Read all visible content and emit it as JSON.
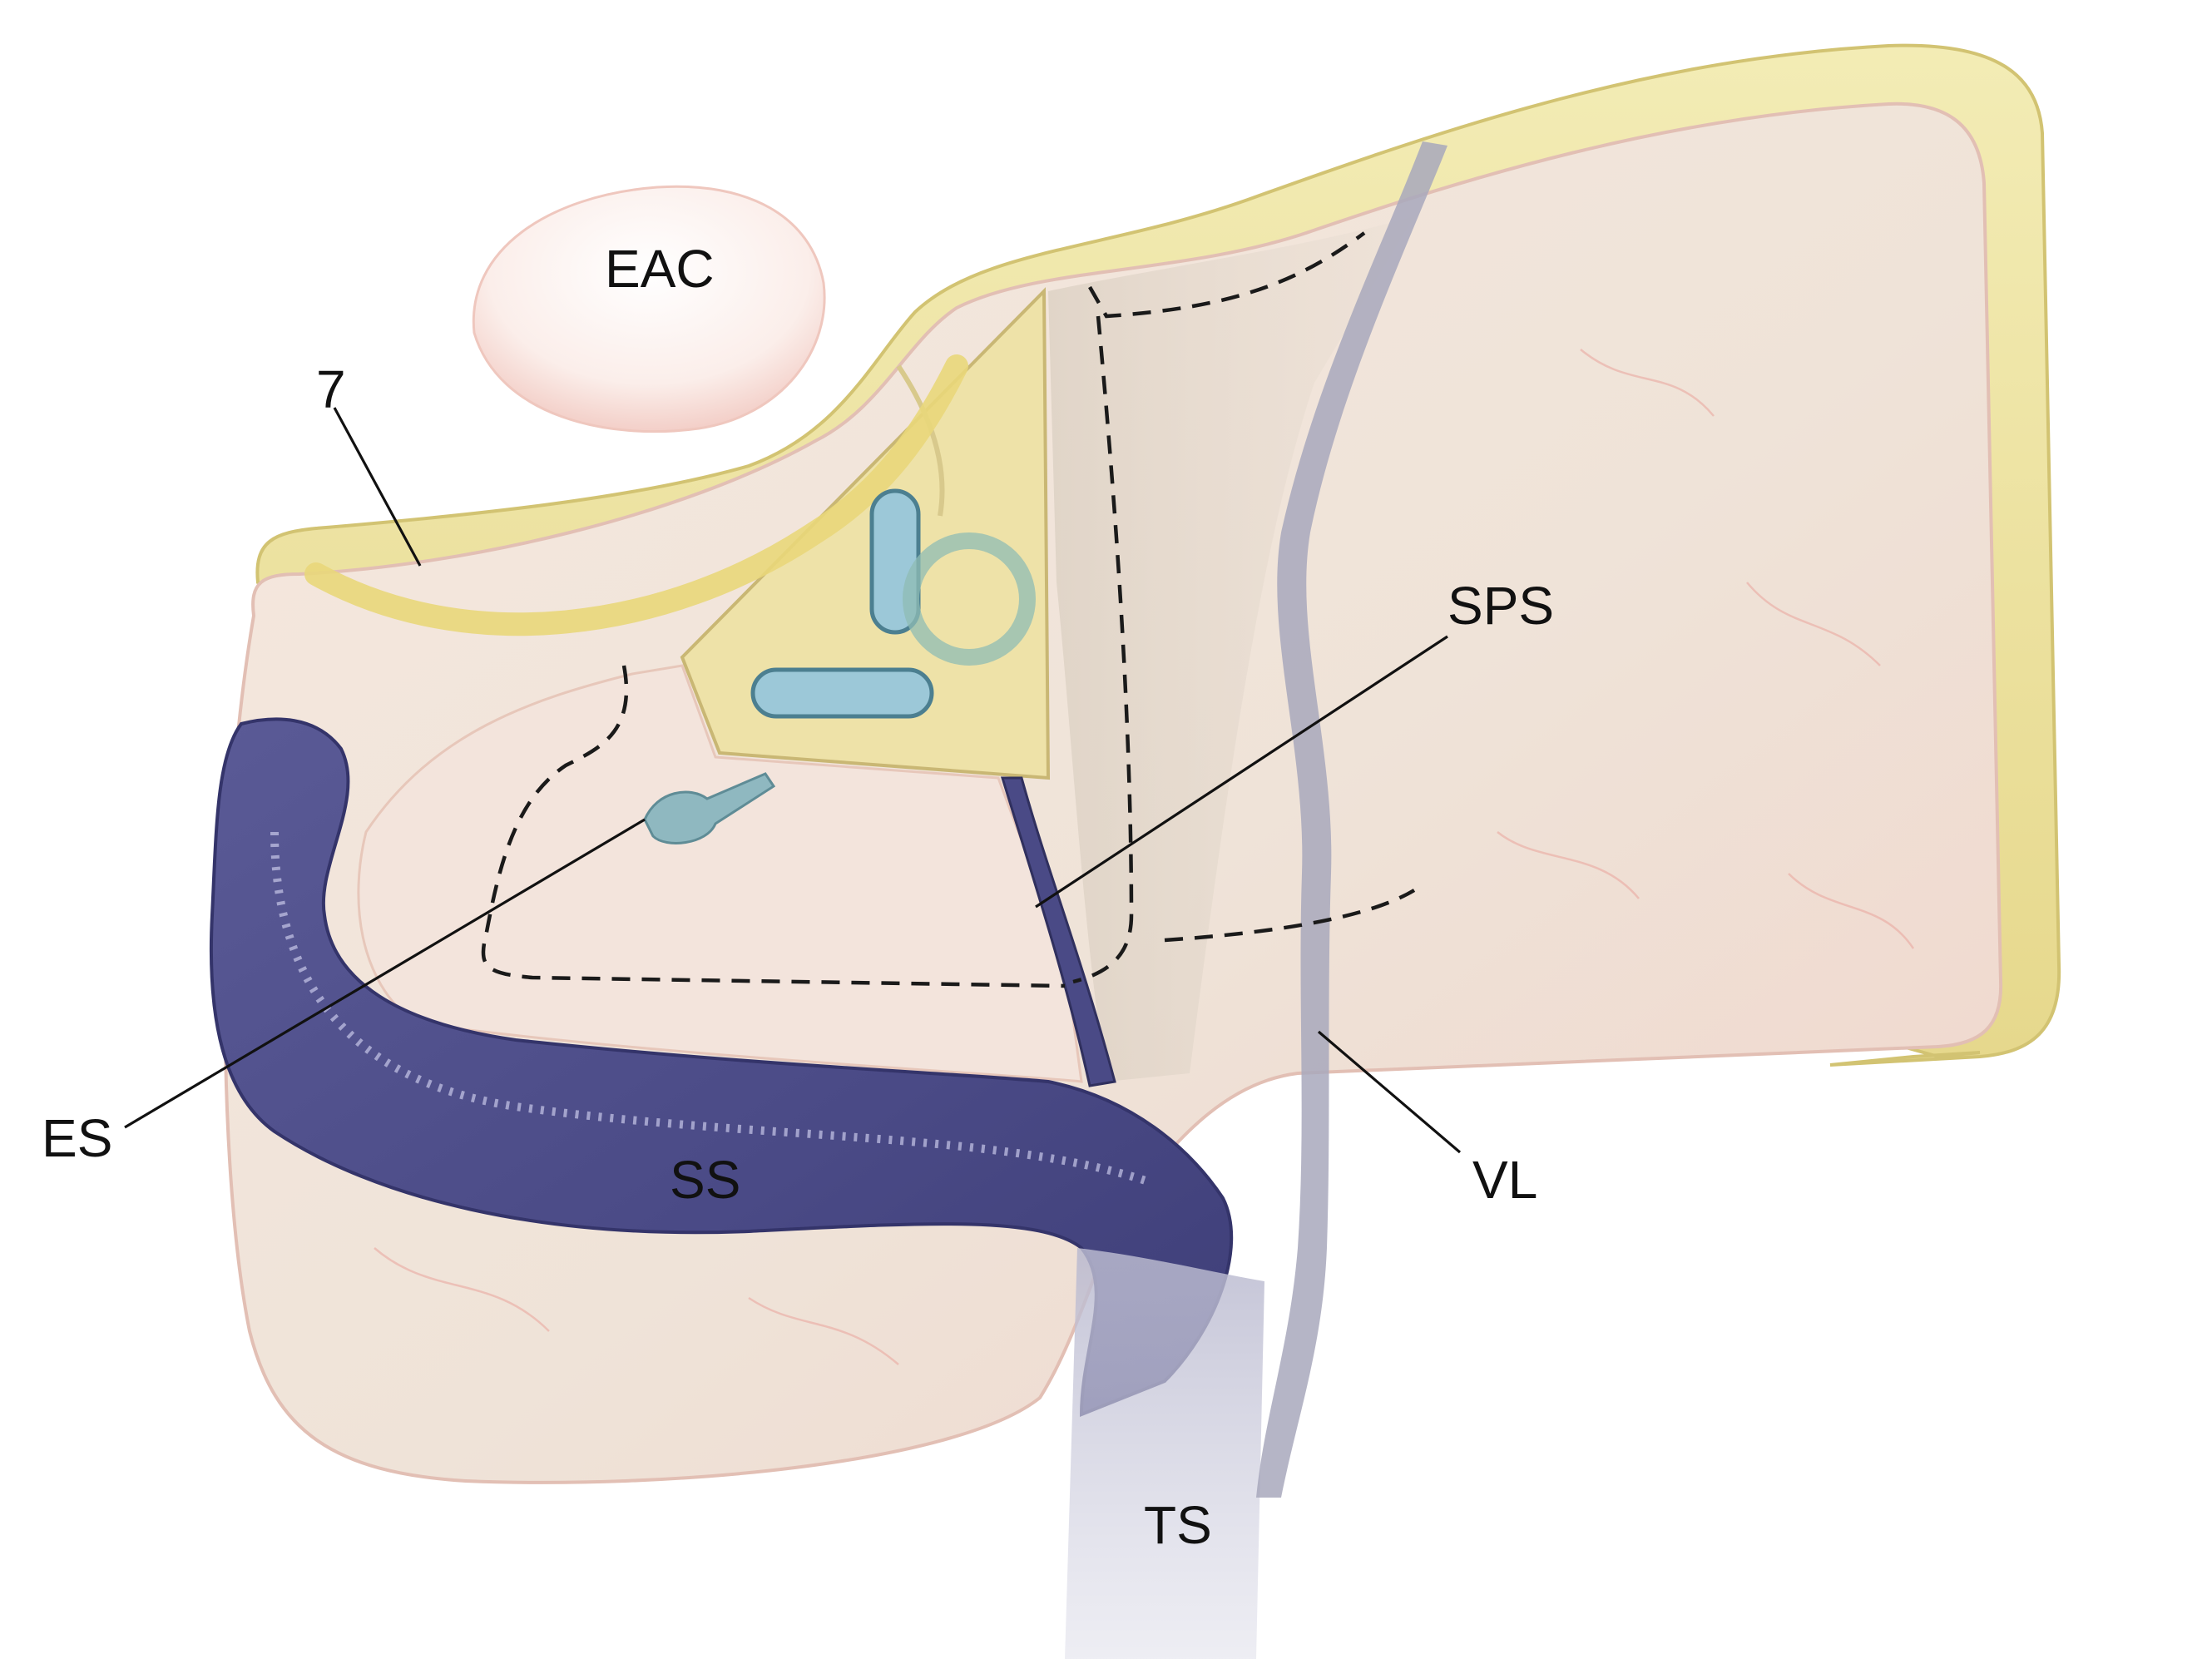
{
  "labels": {
    "eac": "EAC",
    "seven": "7",
    "sps": "SPS",
    "es": "ES",
    "ss": "SS",
    "vl": "VL",
    "ts": "TS"
  },
  "colors": {
    "bone_yellow": "#efe7a8",
    "bone_edge": "#d9cc7a",
    "dura_pink": "#f4dcd0",
    "dura_shadow": "#d9c8bb",
    "sinus_purple": "#4f4f8a",
    "sinus_highlight": "#8e8ec2",
    "canal_blue": "#9cc8d8",
    "vein_gray": "#a8a8b8"
  }
}
